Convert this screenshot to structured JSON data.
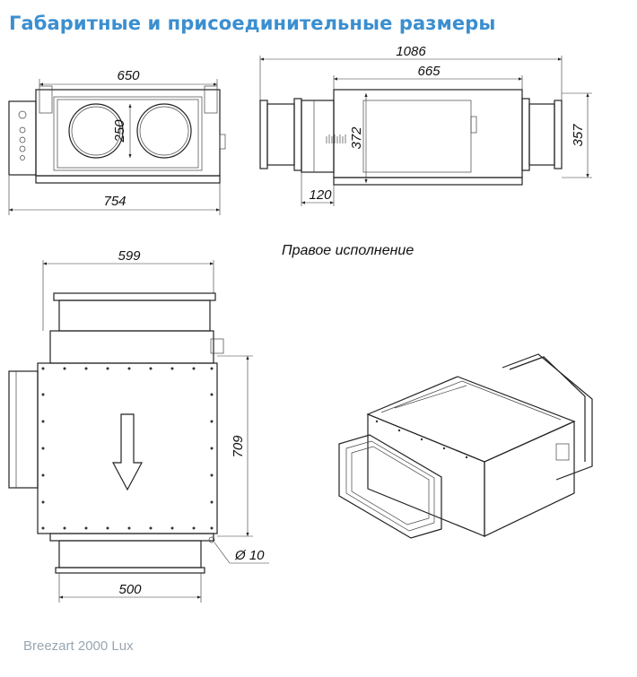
{
  "title": "Габаритные и присоединительные размеры",
  "dimensions": {
    "front_width_inner": "650",
    "front_width_outer": "754",
    "duct_height": "250",
    "side_total_length": "1086",
    "side_body_length": "665",
    "side_height_inner": "372",
    "side_height_outer": "357",
    "side_offset": "120",
    "top_width": "599",
    "top_length": "709",
    "bottom_width": "500",
    "hole_diameter": "Ø 10"
  },
  "labels": {
    "right_version": "Правое исполнение"
  },
  "footer": {
    "model": "Breezart 2000 Lux"
  },
  "colors": {
    "title": "#3b8fd0",
    "footer": "#9aa6b0"
  }
}
